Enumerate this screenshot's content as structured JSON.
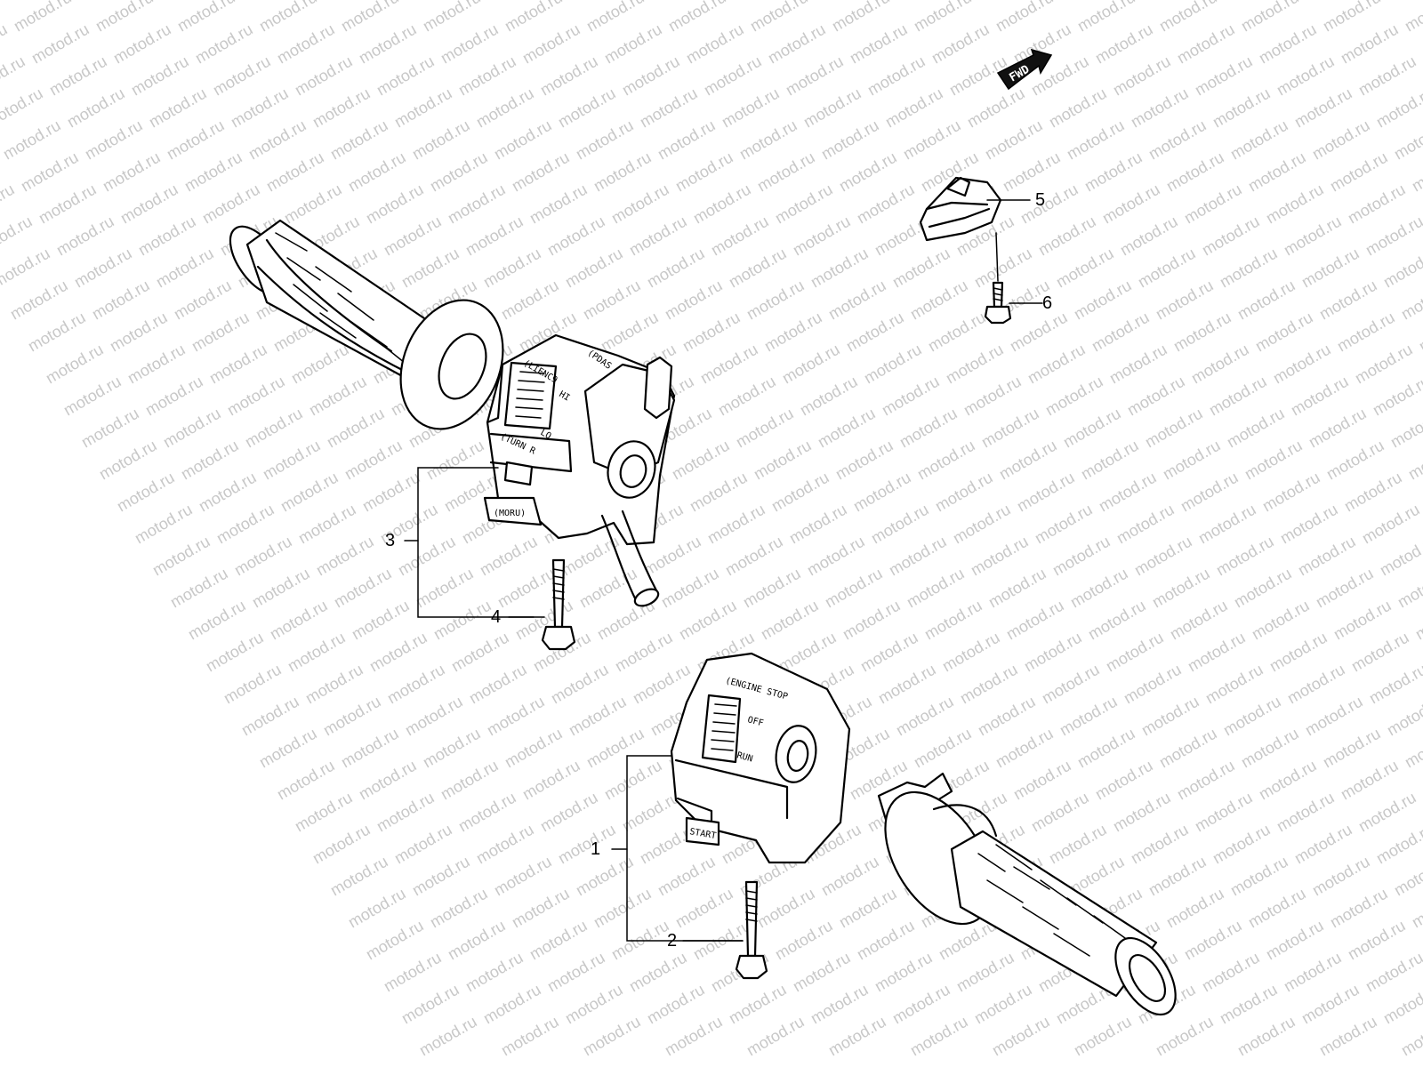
{
  "watermark_text": "motod.ru",
  "direction_badge": "FWD",
  "callouts": [
    "1",
    "2",
    "3",
    "4",
    "5",
    "6"
  ],
  "left_switch_markings": [
    "(LIENC9",
    "(PDAS",
    "HI",
    "LO",
    "(TURN R",
    "(MORU)"
  ],
  "right_switch_markings": [
    "(ENGINE STOP",
    "OFF",
    "RUN",
    "START"
  ]
}
